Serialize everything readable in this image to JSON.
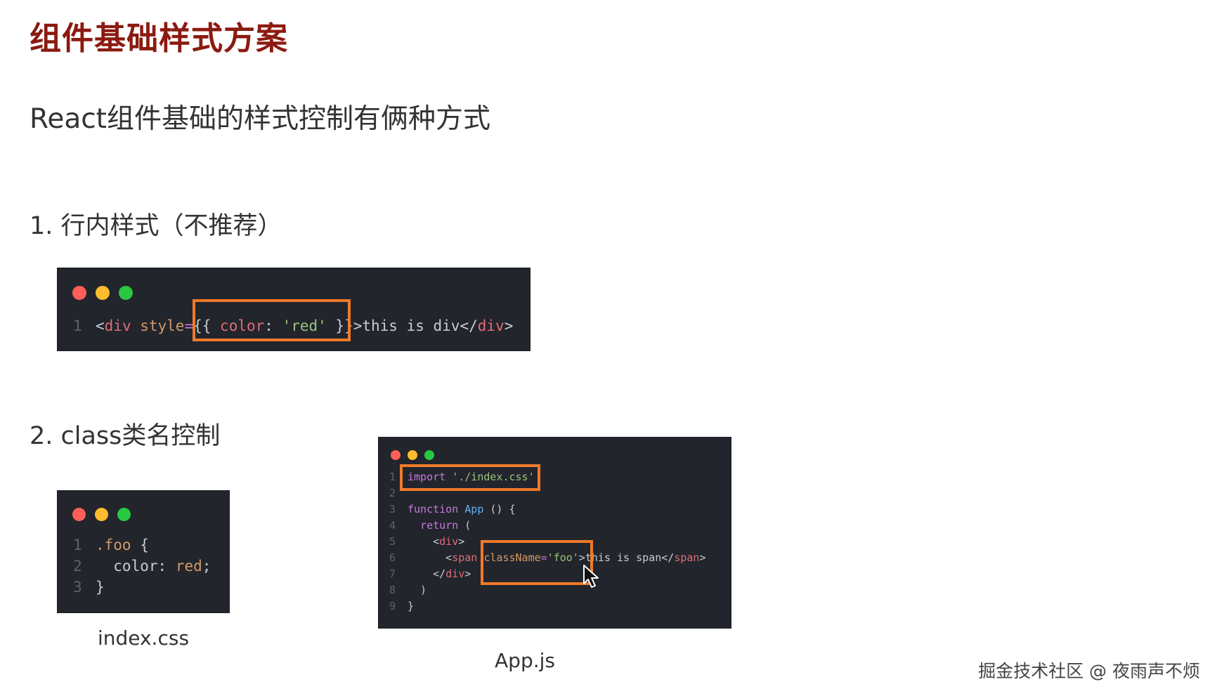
{
  "title": "组件基础样式方案",
  "subtitle": "React组件基础的样式控制有俩种方式",
  "section1": {
    "heading": "1. 行内样式（不推荐）"
  },
  "section2": {
    "heading": "2. class类名控制"
  },
  "colors": {
    "title": "#8b1a10",
    "editor_bg": "#22252c",
    "highlight": "#f07a2a",
    "dot_red": "#ff5f57",
    "dot_yellow": "#febc2e",
    "dot_green": "#28c840"
  },
  "inline_snippet": {
    "line_no": "1",
    "lt": "<",
    "tag": "div",
    "attr": " style",
    "eq": "=",
    "brace_open": "{{ ",
    "prop": "color",
    "colon": ": ",
    "value": "'red'",
    "brace_close": " }}",
    "gt": ">",
    "text": "this is div",
    "close_lt": "</",
    "close_tag": "div",
    "close_gt": ">"
  },
  "css_snippet": {
    "caption": "index.css",
    "lines": [
      {
        "no": "1",
        "selector": ".foo",
        "rest": " {"
      },
      {
        "no": "2",
        "prop": "  color",
        "colon": ": ",
        "value": "red",
        "semi": ";"
      },
      {
        "no": "3",
        "rest": "}"
      }
    ]
  },
  "app_snippet": {
    "caption": "App.js",
    "l1": {
      "no": "1",
      "kw": "import",
      "str": " './index.css'"
    },
    "l2": {
      "no": "2"
    },
    "l3": {
      "no": "3",
      "kw": "function",
      "fn": " App",
      "rest": " () {"
    },
    "l4": {
      "no": "4",
      "kw": "  return",
      "rest": " ("
    },
    "l5": {
      "no": "5",
      "lt": "    <",
      "tag": "div",
      "gt": ">"
    },
    "l6": {
      "no": "6",
      "lt": "      <",
      "tag": "span",
      "attr": " className",
      "eq": "=",
      "str": "'foo'",
      "gt": ">",
      "text": "this is span",
      "close_lt": "</",
      "close_tag": "span",
      "close_gt": ">"
    },
    "l7": {
      "no": "7",
      "lt": "    </",
      "tag": "div",
      "gt": ">"
    },
    "l8": {
      "no": "8",
      "rest": "  )"
    },
    "l9": {
      "no": "9",
      "rest": "}"
    }
  },
  "watermark": "掘金技术社区 @ 夜雨声不烦"
}
